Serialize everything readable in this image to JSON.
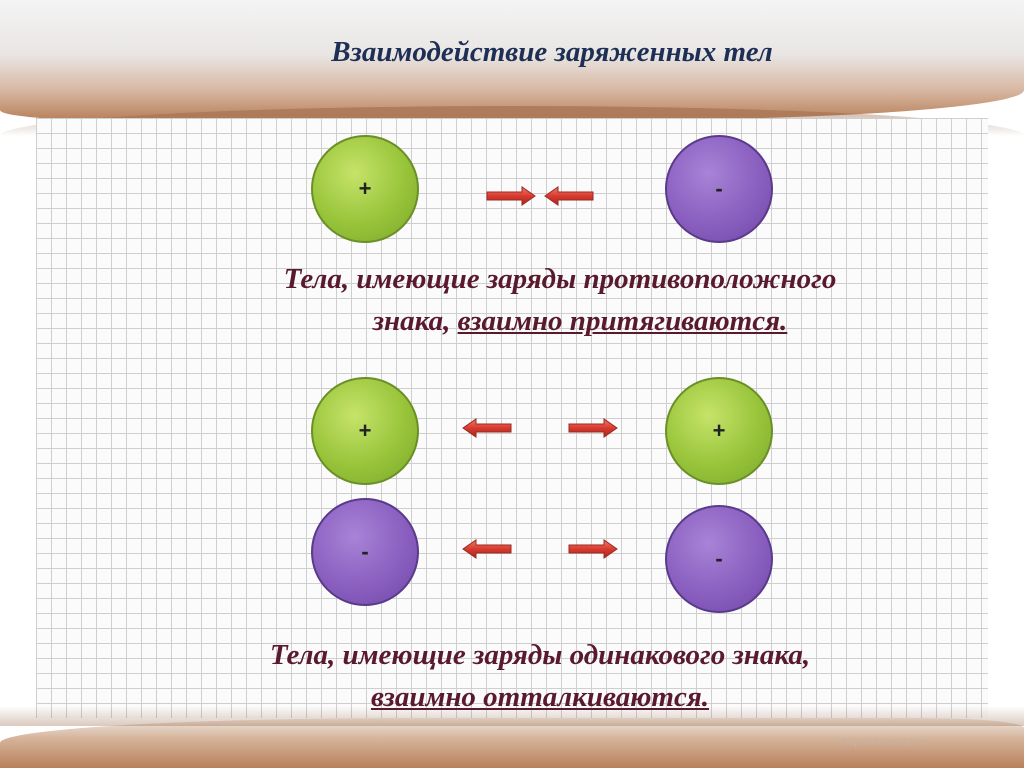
{
  "title": "Взаимодействие заряженных тел",
  "charges": {
    "plus": "+",
    "minus": "-"
  },
  "captions": {
    "attract_line1": "Тела, имеющие заряды противоположного",
    "attract_line2_plain": "знака, ",
    "attract_line2_underlined": "взаимно притягиваются. ",
    "repel_line1": "Тела, имеющие заряды одинакового знака,",
    "repel_line2_underlined": " взаимно отталкиваются."
  },
  "watermark": "http://aka.ucoz.ru",
  "colors": {
    "title": "#1e2f55",
    "caption": "#5a1a2e",
    "positive_ball": "#98c43a",
    "negative_ball": "#8a5fc0",
    "arrow": "#d83a2e"
  }
}
